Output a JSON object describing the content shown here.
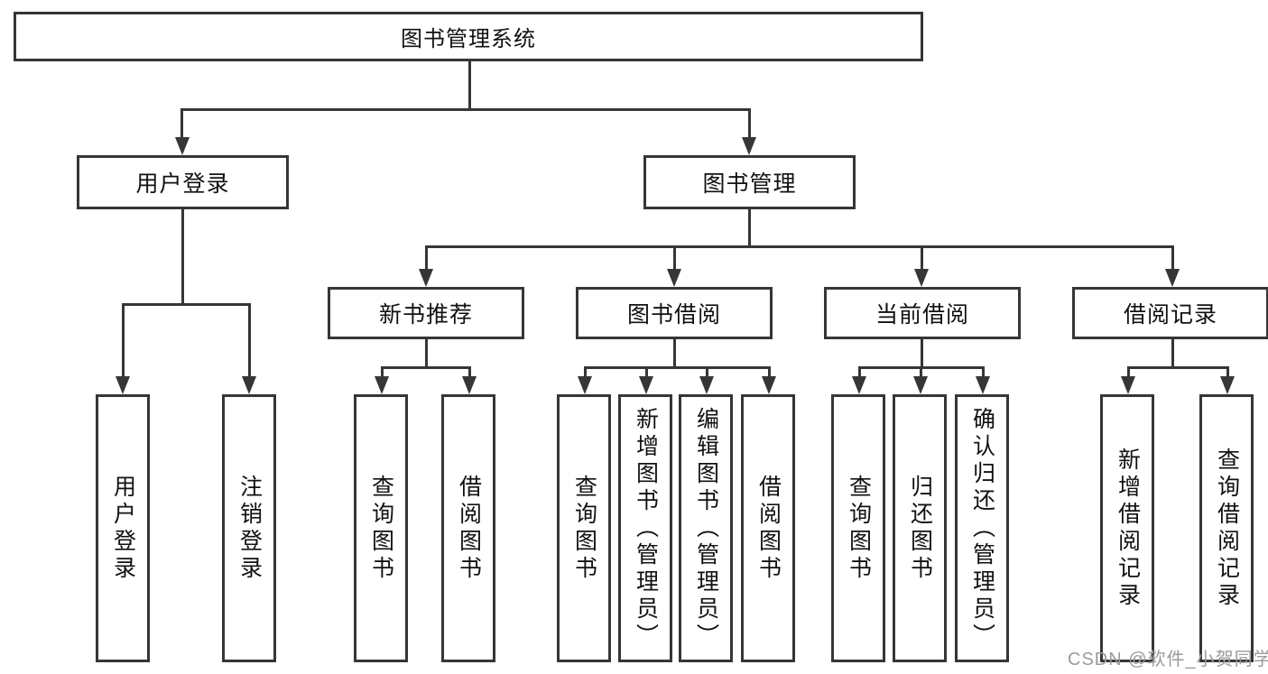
{
  "title": {
    "root": "图书管理系统"
  },
  "level2": {
    "user_login": "用户登录",
    "book_mgmt": "图书管理"
  },
  "level3": {
    "new_books": "新书推荐",
    "book_borrow": "图书借阅",
    "current_borrow": "当前借阅",
    "borrow_records": "借阅记录"
  },
  "leaves": {
    "user_login": [
      "用户登录",
      "注销登录"
    ],
    "new_books": [
      "查询图书",
      "借阅图书"
    ],
    "book_borrow": [
      "查询图书",
      "新增图书（管理员）",
      "编辑图书（管理员）",
      "借阅图书"
    ],
    "current_borrow": [
      "查询图书",
      "归还图书",
      "确认归还（管理员）"
    ],
    "borrow_records": [
      "新增借阅记录",
      "查询借阅记录"
    ]
  },
  "watermark": "CSDN @软件_小贺同学",
  "colors": {
    "line": "#363636",
    "box_border": "#363636",
    "box_background": "#ffffff",
    "text": "#111111",
    "watermark": "#9b9b9b",
    "page_background": "#ffffff"
  }
}
